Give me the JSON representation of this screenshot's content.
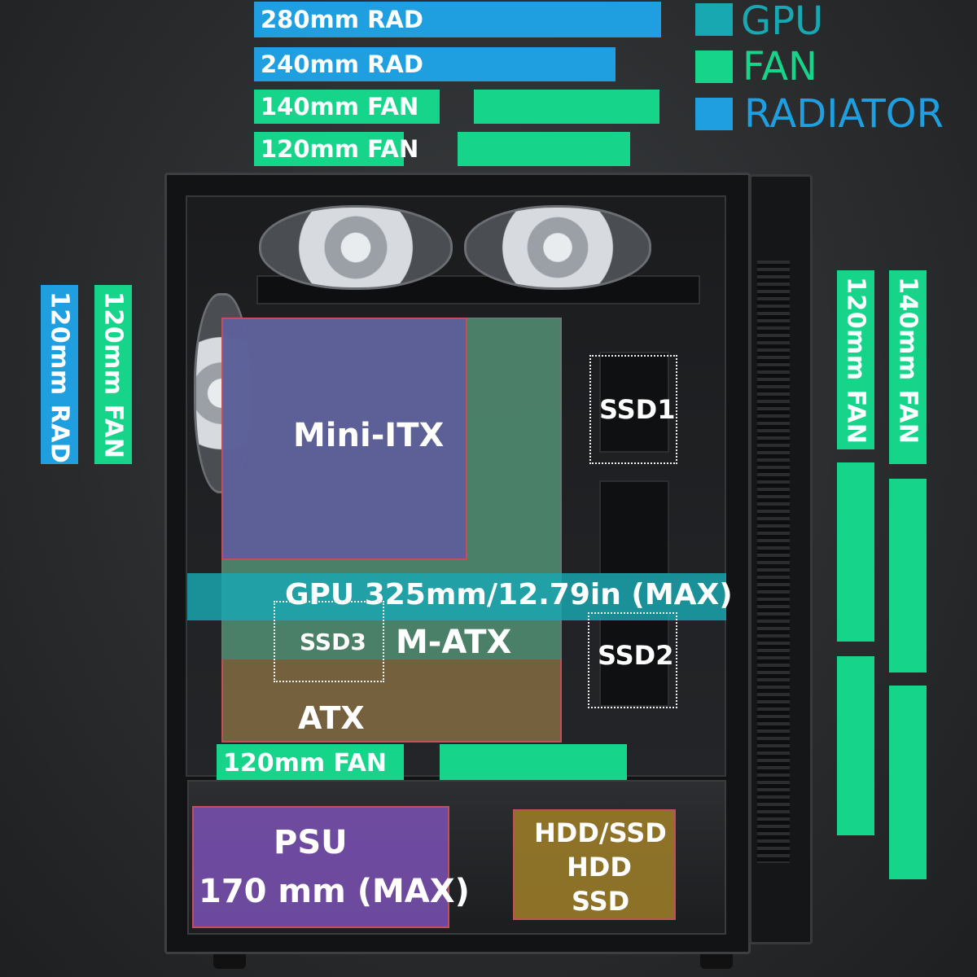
{
  "clearance_bars": {
    "rad_280": "280mm RAD",
    "rad_240": "240mm RAD",
    "fan_140": "140mm FAN",
    "fan_120": "120mm FAN"
  },
  "legend": {
    "gpu": "GPU",
    "fan": "FAN",
    "radiator": "RADIATOR",
    "colors": {
      "gpu": "#18a8b2",
      "fan": "#16d48a",
      "radiator": "#1f9fe0"
    }
  },
  "rear_bars": {
    "rad_120": "120mm RAD",
    "fan_120": "120mm FAN"
  },
  "front_bars": {
    "fan_120": "120mm FAN",
    "fan_140": "140mm FAN"
  },
  "motherboard": {
    "mini_itx": "Mini-ITX",
    "m_atx": "M-ATX",
    "atx": "ATX"
  },
  "gpu_bar": "GPU 325mm/12.79in (MAX)",
  "drives": {
    "ssd1": "SSD1",
    "ssd2": "SSD2",
    "ssd3": "SSD3"
  },
  "bottom_fan": "120mm FAN",
  "psu": {
    "title": "PSU",
    "length": "170 mm (MAX)"
  },
  "drive_cage": {
    "line1": "HDD/SSD",
    "line2": "HDD",
    "line3": "SSD"
  }
}
